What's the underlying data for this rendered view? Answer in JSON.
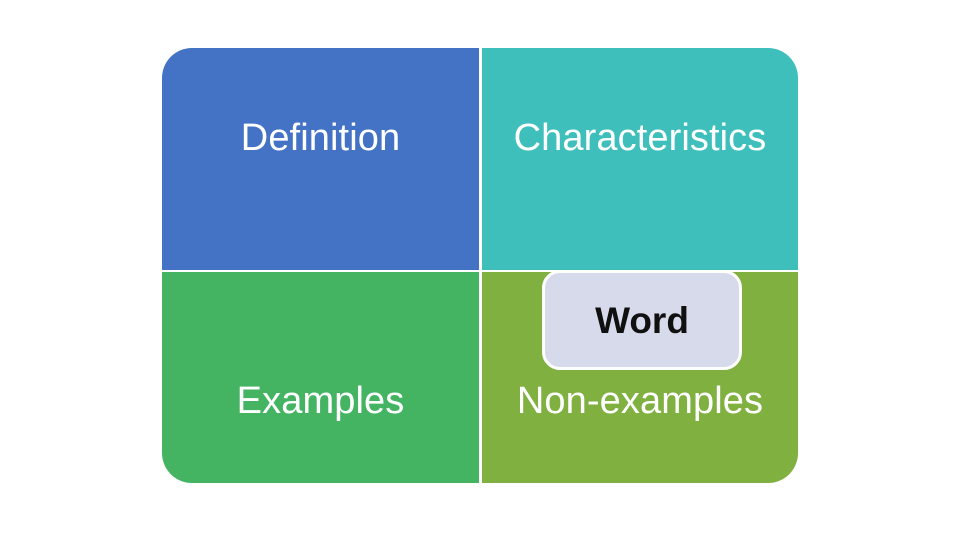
{
  "diagram": {
    "type": "frayer-model",
    "background_color": "#FFFFFF",
    "center": {
      "label": "Word",
      "fill_color": "#D6DAEB",
      "text_color": "#101010",
      "border_color": "#FFFFFF"
    },
    "quadrants": [
      {
        "id": "definition",
        "label": "Definition",
        "position": "top-left",
        "fill_color": "#4472C4",
        "text_color": "#FFFFFF"
      },
      {
        "id": "characteristics",
        "label": "Characteristics",
        "position": "top-right",
        "fill_color": "#3FBFBC",
        "text_color": "#FFFFFF"
      },
      {
        "id": "examples",
        "label": "Examples",
        "position": "bottom-left",
        "fill_color": "#44B462",
        "text_color": "#FFFFFF"
      },
      {
        "id": "nonexamples",
        "label": "Non-examples",
        "position": "bottom-right",
        "fill_color": "#7FB040",
        "text_color": "#FFFFFF"
      }
    ]
  }
}
